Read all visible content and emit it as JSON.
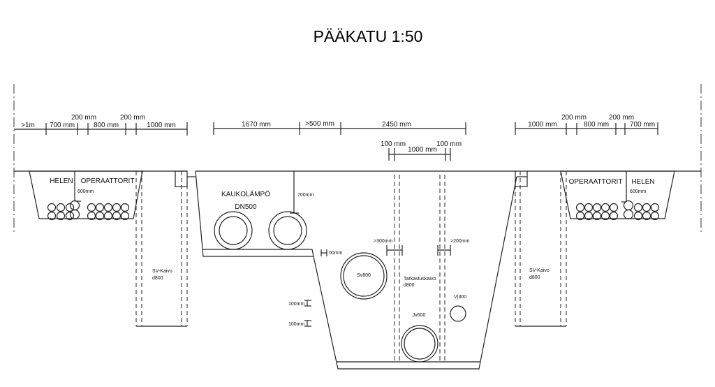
{
  "title": "PÄÄKATU 1:50",
  "dims_left": [
    ">1m",
    "700 mm",
    "200 mm",
    "800 mm",
    "200 mm",
    "1000 mm"
  ],
  "dims_center": [
    "1670 mm",
    ">500 mm",
    "2450 mm"
  ],
  "dims_sub": [
    "100 mm",
    "1000 mm",
    "100 mm"
  ],
  "dims_right": [
    "1000 mm",
    "200 mm",
    "800 mm",
    "200 mm",
    "700 mm"
  ],
  "left_trench": {
    "helen": "HELEN",
    "operators": "OPERAATTORIT",
    "depth": "600mm"
  },
  "right_trench": {
    "helen": "HELEN",
    "operators": "OPERAATTORIT",
    "depth": "600mm"
  },
  "sv_well_left": {
    "name": "SV-Kaivo",
    "size": "d800"
  },
  "sv_well_right": {
    "name": "SV-Kaivo",
    "size": "d800"
  },
  "district_heating": {
    "name": "KAUKOLÄMPÖ",
    "size": "DN500",
    "depth": "700mm"
  },
  "ledge_dim": "00mm",
  "spacing": [
    ">300mm",
    ">200mm",
    "100mm",
    "100mm"
  ],
  "inspection_well": {
    "name": "Tarkastuskaivo",
    "size": "d800"
  },
  "pipes": {
    "sv": "Sv800",
    "jv": "Jv600",
    "v": "V|300"
  }
}
